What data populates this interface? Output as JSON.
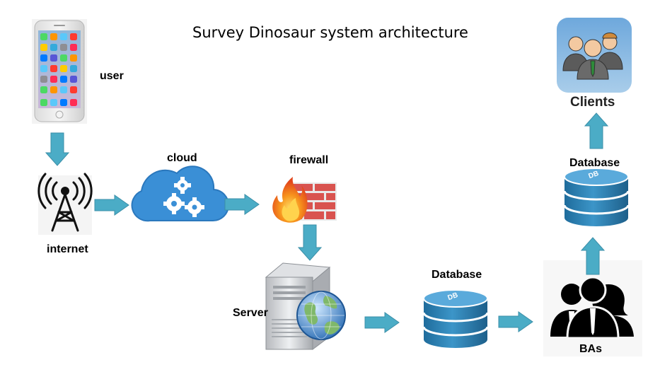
{
  "title": "Survey Dinosaur system architecture",
  "nodes": {
    "user": "user",
    "internet": "internet",
    "cloud": "cloud",
    "firewall": "firewall",
    "server": "Server",
    "database_main": "Database",
    "bas": "BAs",
    "database_top": "Database",
    "clients": "Clients",
    "db_icon_text": "DB"
  },
  "colors": {
    "arrow": "#4bacc6",
    "cloud": "#3a8fd6",
    "db": "#2f7fb0",
    "firewall_fire": "#f26522",
    "brick": "#d9534f"
  }
}
